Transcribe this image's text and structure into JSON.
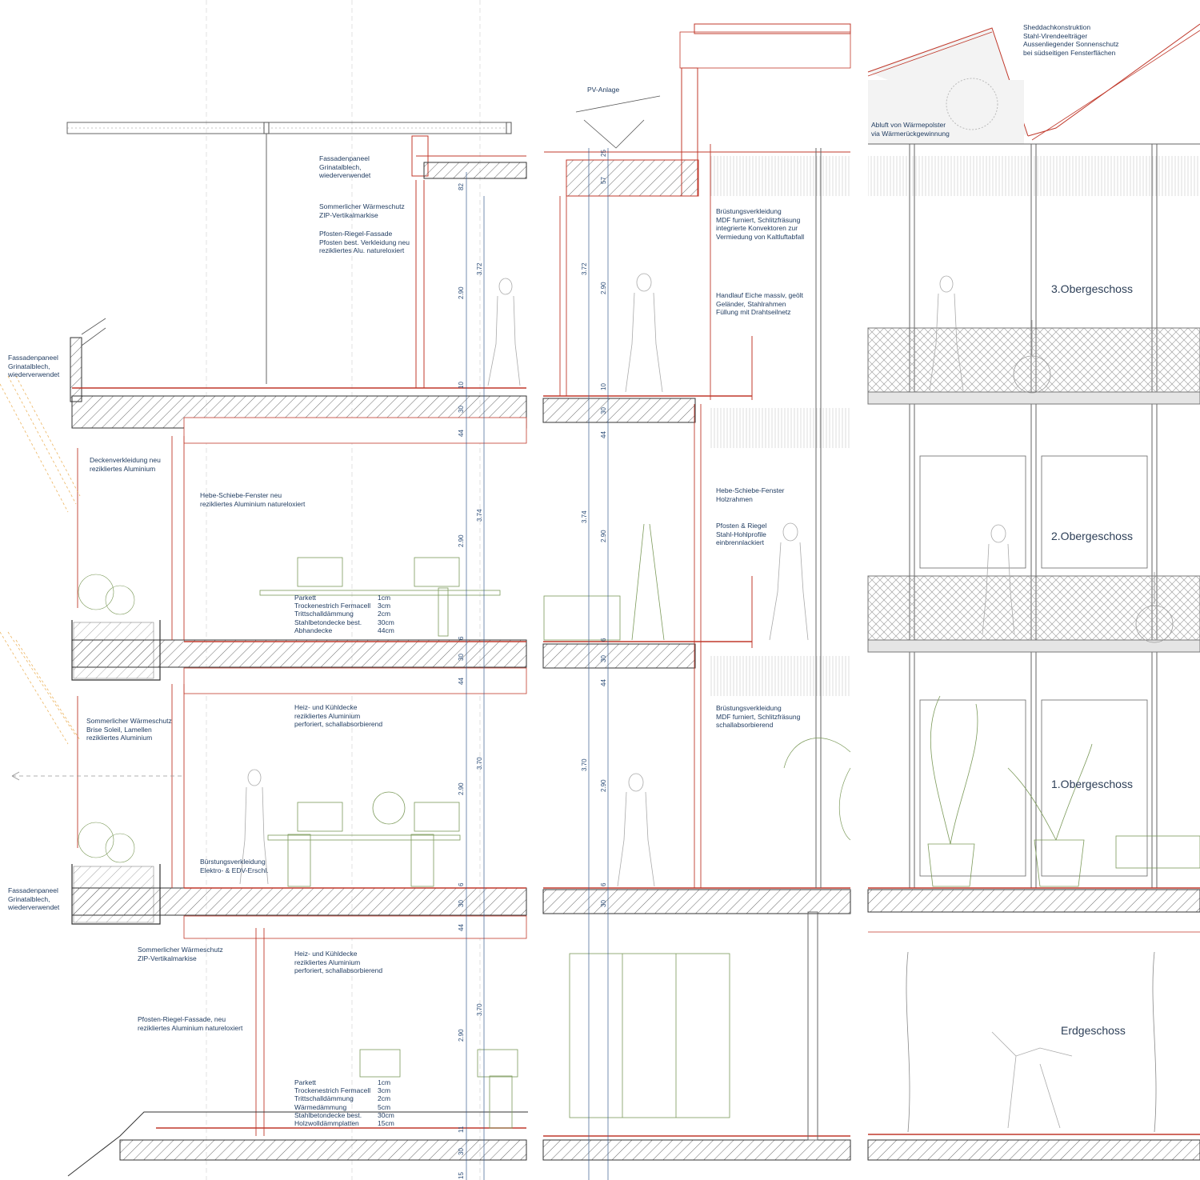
{
  "colors": {
    "structure": "#c0392b",
    "hatch": "#5a5a5a",
    "label": "#1e3a5f",
    "dimension": "#3a5f8f",
    "furniture": "#7c9a5a",
    "sun": "#e8a33a",
    "grid": "#9a9a9a"
  },
  "labels": {
    "fassade_top": "Fassadenpaneel\nGrinatalblech,\nwiederverwendet",
    "waermeschutz_top": "Sommerlicher Wärmeschutz\nZIP-Vertikalmarkise",
    "pfosten_riegel_top": "Pfosten-Riegel-Fassade\nPfosten best. Verkleidung neu\nrezikliertes Alu. natureloxiert",
    "fassade_left_top": "Fassadenpaneel\nGrinatalblech,\nwiederverwendet",
    "deckenverkleidung": "Deckenverkleidung neu\nrezikliertes Aluminium",
    "hebe_schiebe_alu": "Hebe-Schiebe-Fenster neu\nrezikliertes Aluminium natureloxiert",
    "heiz_kuehl_1": "Heiz- und Kühldecke\nrezikliertes Aluminium\nperforiert, schallabsorbierend",
    "brise_soleil": "Sommerlicher Wärmeschutz\nBrise Soleil, Lamellen\nrezikliertes Aluminium",
    "buerstung_elektro": "Bürstungsverkleidung\nElektro- & EDV-Erschl.",
    "fassade_left_bottom": "Fassadenpaneel\nGrinatalblech,\nwiederverwendet",
    "waermeschutz_eg": "Sommerlicher Wärmeschutz\nZIP-Vertikalmarkise",
    "heiz_kuehl_2": "Heiz- und Kühldecke\nrezikliertes Aluminium\nperforiert, schallabsorbierend",
    "pfosten_riegel_eg": "Pfosten-Riegel-Fassade, neu\nrezikliertes Aluminium natureloxiert",
    "pv_anlage": "PV-Anlage",
    "bruestung_mdf": "Brüstungsverkleidung\nMDF furniert, Schlitzfräsung\nintegrierte Konvektoren zur\nVermiedung von Kaltluftabfall",
    "handlauf": "Handlauf Eiche massiv, geölt\nGeländer, Stahlrahmen\nFüllung mit Drahtseilnetz",
    "hebe_schiebe_holz": "Hebe-Schiebe-Fenster\nHolzrahmen",
    "pfosten_stahl": "Pfosten & Riegel\nStahl-Hohlprofile\neinbrennlackiert",
    "bruestung_schall": "Brüstungsverkleidung\nMDF furniert, Schlitzfräsung\nschallabsorbierend",
    "sheddach": "Sheddachkonstruktion\nStahl-Virendeelträger\nAussenliegender Sonnenschutz\nbei südseitigen Fensterflächen",
    "abluft": "Abluft von Wärmepolster\nvia Wärmerückgewinnung"
  },
  "floors": {
    "og3": "3.Obergeschoss",
    "og2": "2.Obergeschoss",
    "og1": "1.Obergeschoss",
    "eg": "Erdgeschoss"
  },
  "layers_upper": [
    {
      "name": "Parkett",
      "value": "1cm"
    },
    {
      "name": "Trockenestrich Fermacell",
      "value": "3cm"
    },
    {
      "name": "Trittschalldämmung",
      "value": "2cm"
    },
    {
      "name": "Stahlbetondecke best.",
      "value": "30cm"
    },
    {
      "name": "Abhandecke",
      "value": "44cm"
    }
  ],
  "layers_ground": [
    {
      "name": "Parkett",
      "value": "1cm"
    },
    {
      "name": "Trockenestrich Fermacell",
      "value": "3cm"
    },
    {
      "name": "Trittschalldämmung",
      "value": "2cm"
    },
    {
      "name": "Wärmedämmung",
      "value": "5cm"
    },
    {
      "name": "Stahlbetondecke best.",
      "value": "30cm"
    },
    {
      "name": "Holzwolldämmplatten",
      "value": "15cm"
    }
  ],
  "dims_a": [
    "82",
    "3.72",
    "2.90",
    "10",
    "30",
    "44",
    "3.74",
    "2.90",
    "6",
    "30",
    "44",
    "3.70",
    "2.90",
    "6",
    "30",
    "44",
    "3.70",
    "2.90",
    "11",
    "30",
    "15"
  ],
  "dims_b": [
    "25",
    "57",
    "3.72",
    "2.90",
    "10",
    "30",
    "44",
    "3.74",
    "2.90",
    "6",
    "30",
    "44",
    "3.70",
    "2.90",
    "6",
    "30"
  ]
}
